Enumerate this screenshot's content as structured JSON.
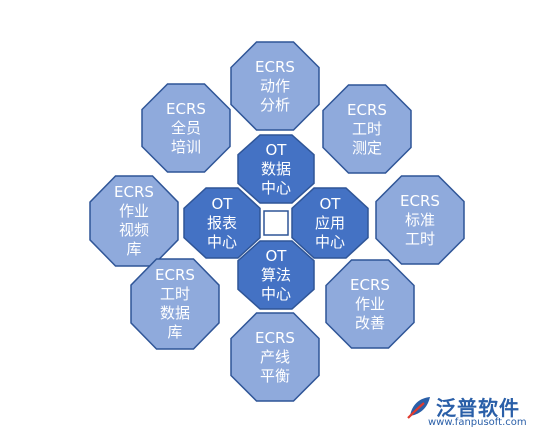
{
  "colors": {
    "outer_fill": "#8FAADC",
    "outer_stroke": "#2F5597",
    "inner_fill": "#4472C4",
    "inner_stroke": "#2F5597",
    "center_fill": "#FFFFFF",
    "logo_blue": "#2A5FA8",
    "logo_red": "#E03A2E"
  },
  "inner_nodes": [
    {
      "id": "ot-data",
      "lines": [
        "OT",
        "数据",
        "中心"
      ]
    },
    {
      "id": "ot-report",
      "lines": [
        "OT",
        "报表",
        "中心"
      ]
    },
    {
      "id": "ot-app",
      "lines": [
        "OT",
        "应用",
        "中心"
      ]
    },
    {
      "id": "ot-algo",
      "lines": [
        "OT",
        "算法",
        "中心"
      ]
    }
  ],
  "outer_nodes": [
    {
      "id": "ecrs-action",
      "lines": [
        "ECRS",
        "动作",
        "分析"
      ]
    },
    {
      "id": "ecrs-staff",
      "lines": [
        "ECRS",
        "全员",
        "培训"
      ]
    },
    {
      "id": "ecrs-worktime",
      "lines": [
        "ECRS",
        "工时",
        "测定"
      ]
    },
    {
      "id": "ecrs-video",
      "lines": [
        "ECRS",
        "作业",
        "视频",
        "库"
      ]
    },
    {
      "id": "ecrs-standard",
      "lines": [
        "ECRS",
        "标准",
        "工时"
      ]
    },
    {
      "id": "ecrs-timedb",
      "lines": [
        "ECRS",
        "工时",
        "数据",
        "库"
      ]
    },
    {
      "id": "ecrs-improve",
      "lines": [
        "ECRS",
        "作业",
        "改善"
      ]
    },
    {
      "id": "ecrs-line",
      "lines": [
        "ECRS",
        "产线",
        "平衡"
      ]
    }
  ],
  "logo": {
    "icon": "fanpu-leaf-icon",
    "name": "泛普软件",
    "url": "www.fanpusoft.com"
  }
}
